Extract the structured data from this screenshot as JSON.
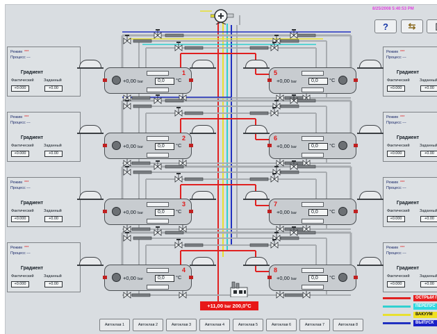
{
  "header": {
    "datetime": "8/25/2008 5:40:53 PM",
    "toolbar": [
      {
        "glyph": "?",
        "icon": "help-icon"
      },
      {
        "glyph": "⇆",
        "icon": "return-icon"
      },
      {
        "glyph": "▯",
        "icon": "trash-icon"
      }
    ]
  },
  "info_box": {
    "mode_label": "Режим",
    "mode_value": "***",
    "process_label": "Процесс",
    "process_value": "---",
    "gradient_label": "Градиент",
    "actual_label": "Фактический",
    "target_label": "Заданный",
    "actual_value": "+0.000",
    "target_value": "+0.00"
  },
  "autoclaves": [
    {
      "number": "1",
      "pressure": "+0,00",
      "unit": "bar",
      "temp": "0,0",
      "temp_unit": "°C"
    },
    {
      "number": "2",
      "pressure": "+0,00",
      "unit": "bar",
      "temp": "0,0",
      "temp_unit": "°C"
    },
    {
      "number": "3",
      "pressure": "+0,00",
      "unit": "bar",
      "temp": "0,0",
      "temp_unit": "°C"
    },
    {
      "number": "4",
      "pressure": "+0,00",
      "unit": "bar",
      "temp": "0,0",
      "temp_unit": "°C"
    },
    {
      "number": "5",
      "pressure": "+0,00",
      "unit": "bar",
      "temp": "0,0",
      "temp_unit": "°C"
    },
    {
      "number": "6",
      "pressure": "+0,00",
      "unit": "bar",
      "temp": "0,0",
      "temp_unit": "°C"
    },
    {
      "number": "7",
      "pressure": "+0,00",
      "unit": "bar",
      "temp": "0,0",
      "temp_unit": "°C"
    },
    {
      "number": "8",
      "pressure": "+0,00",
      "unit": "bar",
      "temp": "0,0",
      "temp_unit": "°C"
    }
  ],
  "boiler": {
    "pressure": "+11,00",
    "unit": "bar",
    "temp": "200,0°C"
  },
  "bottom_buttons": [
    "Автоклав 1",
    "Автоклав 2",
    "Автоклав 3",
    "Автоклав 4",
    "Автоклав 5",
    "Автоклав 6",
    "Автоклав 7",
    "Автоклав 8"
  ],
  "legend": [
    {
      "label": "ОСТРЫЙ П",
      "line_color": "#e02020",
      "label_bg": "#e82020",
      "label_color": "#ffffff"
    },
    {
      "label": "ПЕРЕПУС",
      "line_color": "#30d0d0",
      "label_bg": "#30d8e0",
      "label_color": "#ffffff"
    },
    {
      "label": "ВАКУУМ",
      "line_color": "#e8e030",
      "label_bg": "#f0e020",
      "label_color": "#101010"
    },
    {
      "label": "ВЫПУСК",
      "line_color": "#2030c0",
      "label_bg": "#1a20c8",
      "label_color": "#ffffff"
    }
  ],
  "colors": {
    "panel": "#d9dde1",
    "steam": "#e02020",
    "bypass": "#30d0d0",
    "vacuum": "#e8e030",
    "exhaust": "#2030c0",
    "alarm_text": "#e01818"
  }
}
